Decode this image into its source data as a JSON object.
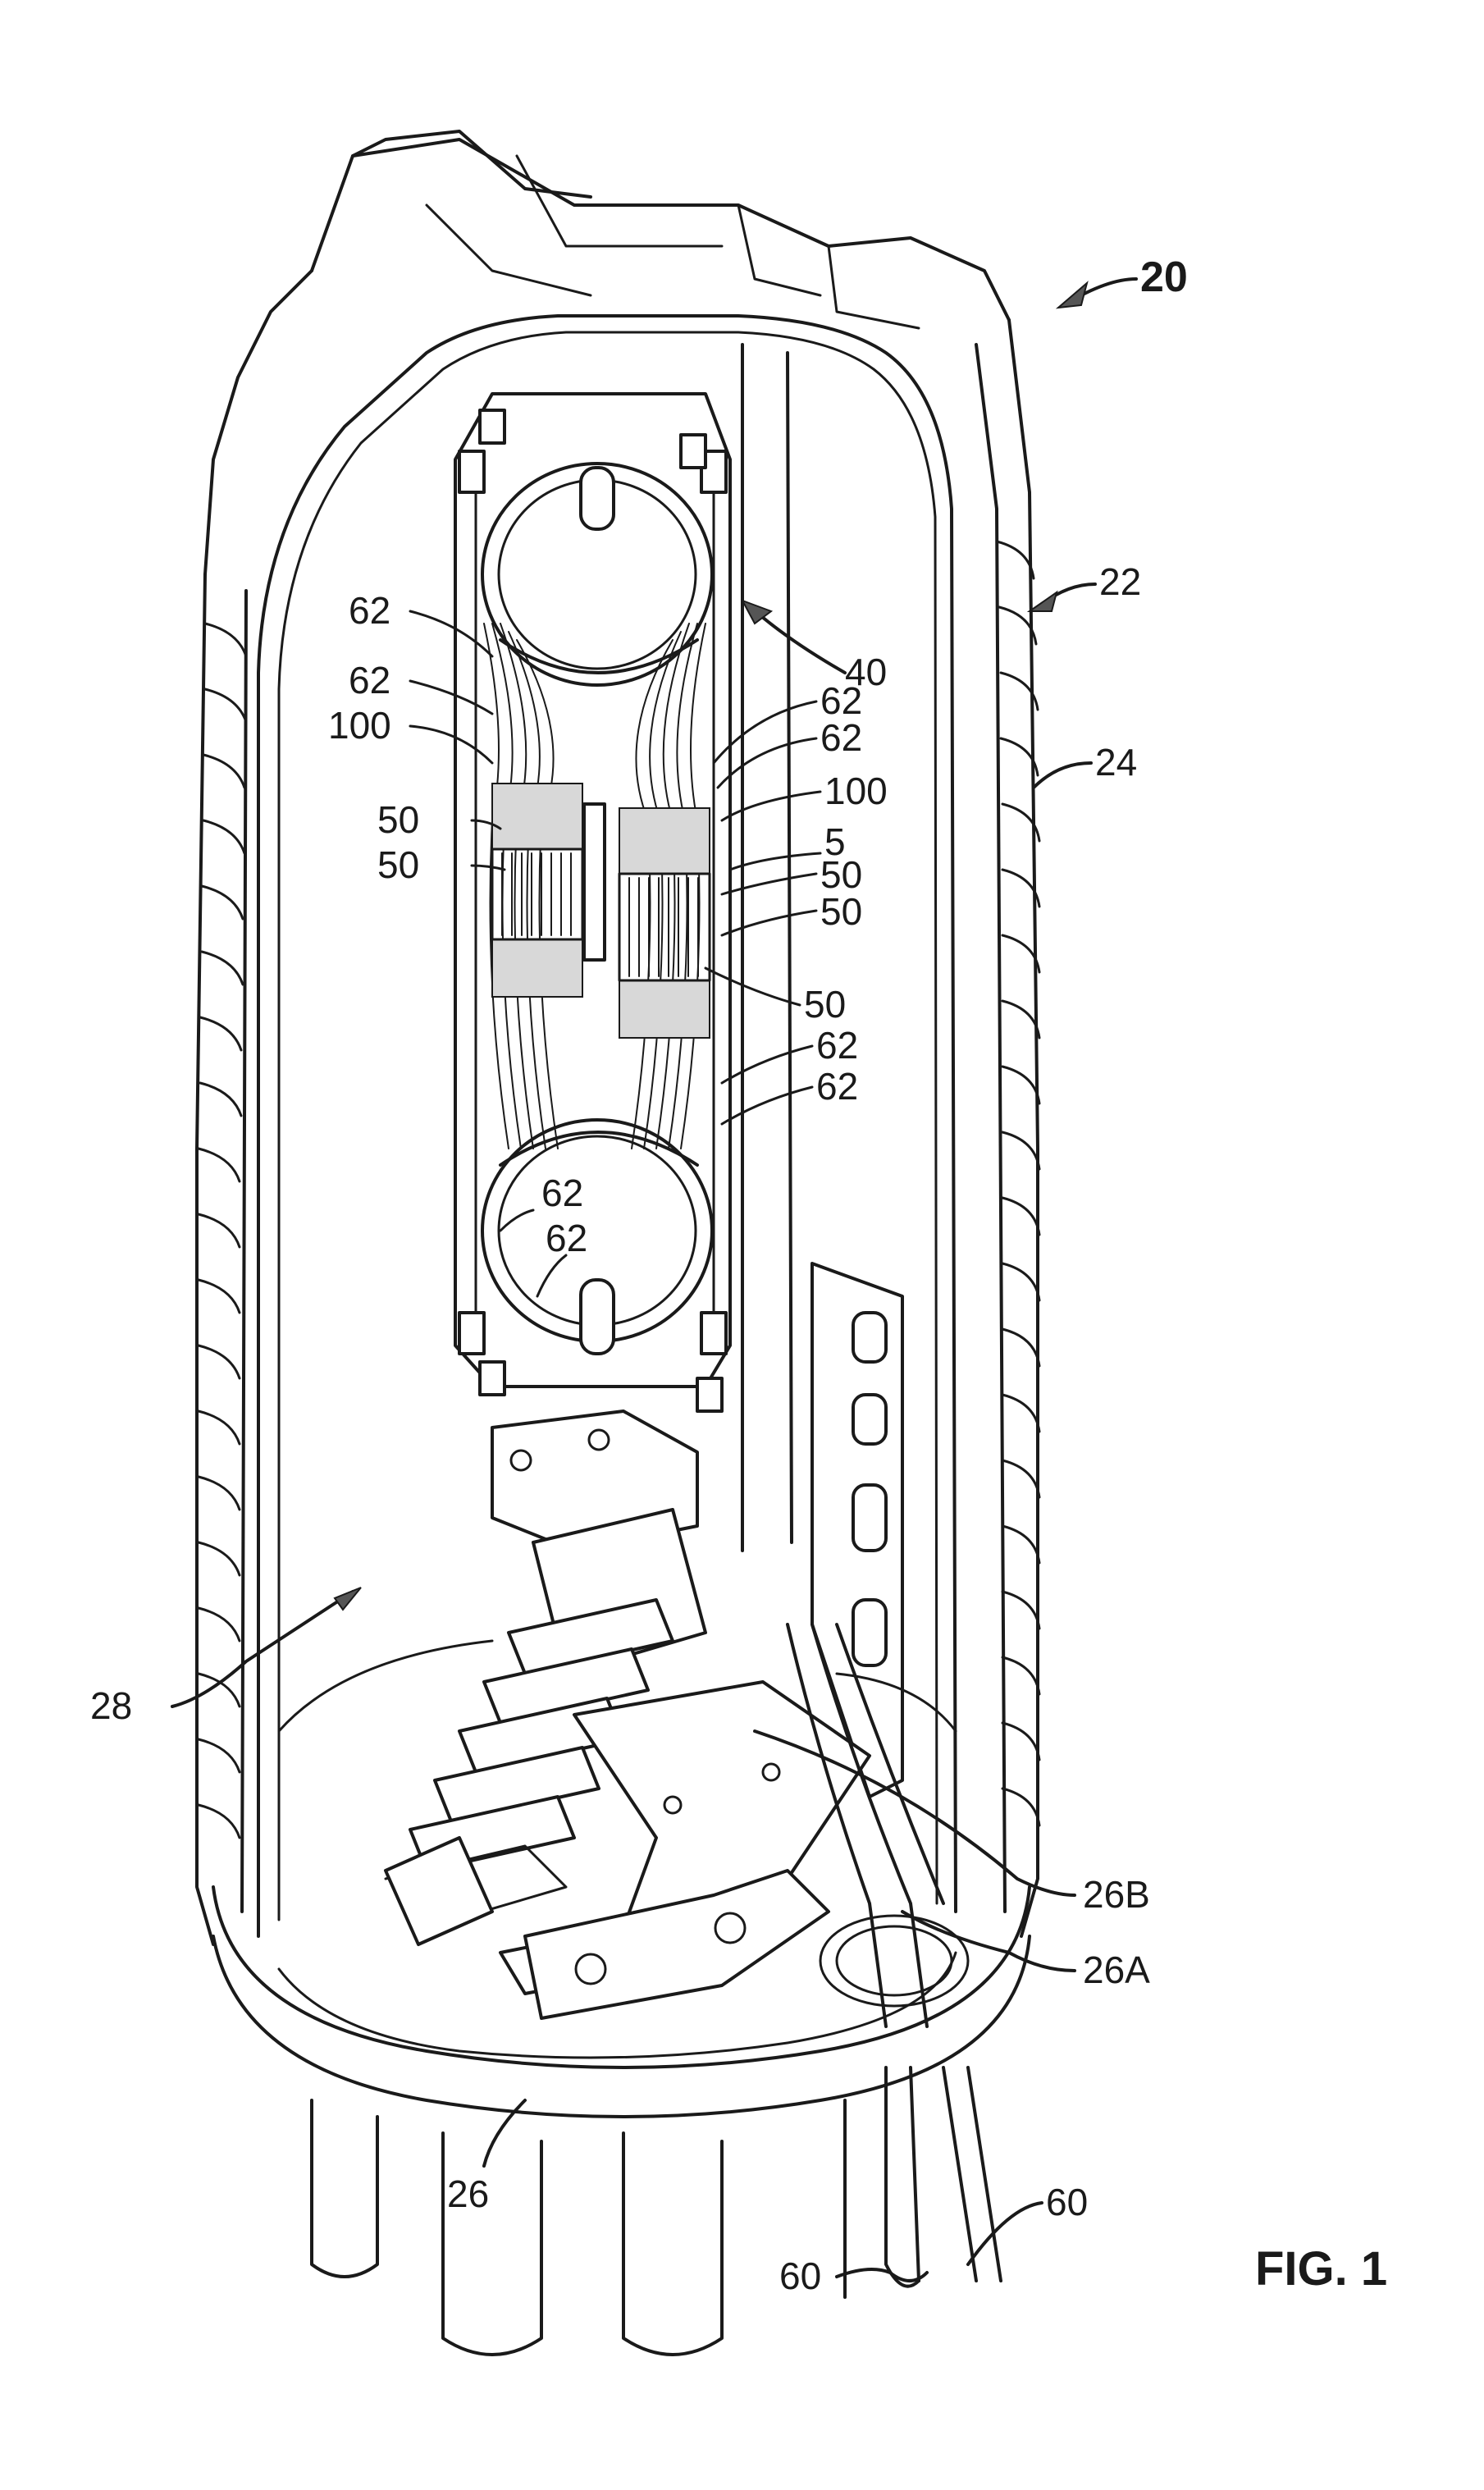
{
  "figure": {
    "caption": "FIG. 1",
    "ref_main": "20",
    "labels": {
      "l22": "22",
      "l24": "24",
      "l40": "40",
      "l5": "5",
      "l100a": "100",
      "l100b": "100",
      "l62a": "62",
      "l62b": "62",
      "l62c": "62",
      "l62d": "62",
      "l62e": "62",
      "l62f": "62",
      "l62g": "62",
      "l62h": "62",
      "l50a": "50",
      "l50b": "50",
      "l50c": "50",
      "l50d": "50",
      "l50e": "50",
      "l28": "28",
      "l26": "26",
      "l26a": "26A",
      "l26b": "26B",
      "l60a": "60",
      "l60b": "60"
    }
  }
}
